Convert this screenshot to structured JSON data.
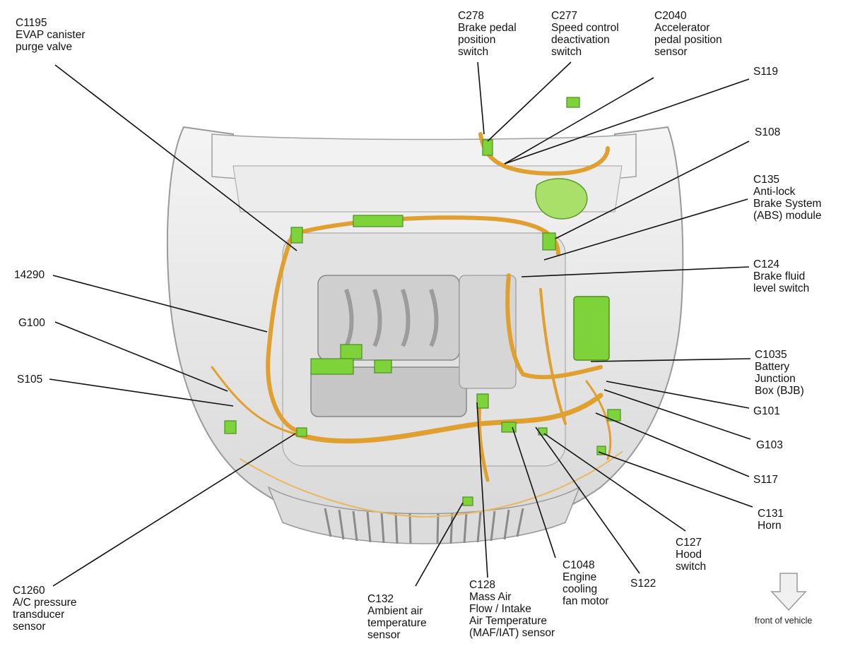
{
  "callouts": [
    {
      "id": "c1195",
      "lines": [
        "C1195",
        "EVAP canister",
        "purge valve"
      ]
    },
    {
      "id": "c278",
      "lines": [
        "C278",
        "Brake pedal",
        "position",
        "switch"
      ]
    },
    {
      "id": "c277",
      "lines": [
        "C277",
        "Speed control",
        "deactivation",
        "switch"
      ]
    },
    {
      "id": "c2040",
      "lines": [
        "C2040",
        "Accelerator",
        "pedal position",
        "sensor"
      ]
    },
    {
      "id": "s119",
      "lines": [
        "S119"
      ]
    },
    {
      "id": "s108",
      "lines": [
        "S108"
      ]
    },
    {
      "id": "c135",
      "lines": [
        "C135",
        "Anti-lock",
        "Brake System",
        "(ABS) module"
      ]
    },
    {
      "id": "c124",
      "lines": [
        "C124",
        "Brake fluid",
        "level switch"
      ]
    },
    {
      "id": "c1035",
      "lines": [
        "C1035",
        "Battery",
        "Junction",
        "Box (BJB)"
      ]
    },
    {
      "id": "g101",
      "lines": [
        "G101"
      ]
    },
    {
      "id": "g103",
      "lines": [
        "G103"
      ]
    },
    {
      "id": "s117",
      "lines": [
        "S117"
      ]
    },
    {
      "id": "c131",
      "lines": [
        "C131",
        "Horn"
      ]
    },
    {
      "id": "c127",
      "lines": [
        "C127",
        "Hood",
        "switch"
      ]
    },
    {
      "id": "s122",
      "lines": [
        "S122"
      ]
    },
    {
      "id": "c1048",
      "lines": [
        "C1048",
        "Engine",
        "cooling",
        "fan motor"
      ]
    },
    {
      "id": "c128",
      "lines": [
        "C128",
        "Mass Air",
        "Flow / Intake",
        "Air Temperature",
        "(MAF/IAT) sensor"
      ]
    },
    {
      "id": "c132",
      "lines": [
        "C132",
        "Ambient air",
        "temperature",
        "sensor"
      ]
    },
    {
      "id": "c1260",
      "lines": [
        "C1260",
        "A/C pressure",
        "transducer",
        "sensor"
      ]
    },
    {
      "id": "n14290",
      "lines": [
        "14290"
      ]
    },
    {
      "id": "g100",
      "lines": [
        "G100"
      ]
    },
    {
      "id": "s105",
      "lines": [
        "S105"
      ]
    }
  ],
  "front_indicator": {
    "label": "front of vehicle"
  },
  "colors": {
    "harness": "#e0a030",
    "harness_dark": "#b8741a",
    "connector": "#7ed23a",
    "body": "#e6e6e6",
    "body_edge": "#9a9a9a",
    "leader": "#111111"
  }
}
